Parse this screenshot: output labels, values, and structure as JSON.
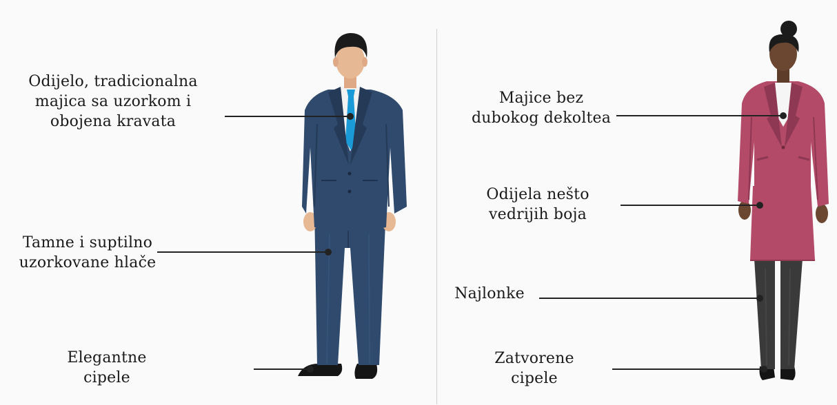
{
  "colors": {
    "background": "#fafafa",
    "man_suit": "#2f4a6d",
    "man_suit_dark": "#243a57",
    "man_tie": "#1a9ad6",
    "woman_suit": "#b24a68",
    "woman_suit_dark": "#8e3853",
    "woman_stockings": "#3a3a3a",
    "skin_man": "#e7b894",
    "skin_woman": "#6b4631",
    "hair": "#1b1b1b",
    "leader_line": "#222222"
  },
  "man": {
    "shirt_tie_label": [
      "Odijelo, tradicionalna",
      "majica sa uzorkom i",
      "obojena kravata"
    ],
    "trousers_label": [
      "Tamne i suptilno",
      "uzorkovane hlače"
    ],
    "shoes_label": [
      "Elegantne",
      "cipele"
    ]
  },
  "woman": {
    "shirt_label": [
      "Majice bez",
      "dubokog dekoltea"
    ],
    "suit_label": [
      "Odijela nešto",
      "vedrijih boja"
    ],
    "stockings_label": [
      "Najlonke"
    ],
    "shoes_label": [
      "Zatvorene",
      "cipele"
    ]
  }
}
